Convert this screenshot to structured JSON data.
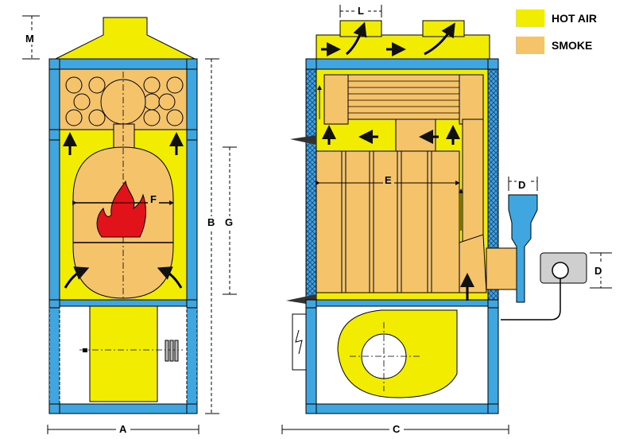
{
  "legend": {
    "hot_air": {
      "label": "HOT AIR",
      "color": "#F2EC00"
    },
    "smoke": {
      "label": "SMOKE",
      "color": "#F5C36A"
    }
  },
  "dimensions": {
    "M": "M",
    "L": "L",
    "A": "A",
    "B": "B",
    "G": "G",
    "F": "F",
    "C": "C",
    "E": "E",
    "D_top": "D",
    "D_side": "D"
  },
  "colors": {
    "frame": "#3FA6E0",
    "flame": "#E2121B",
    "arrow": "#111111",
    "mesh": "#2A6FB0"
  }
}
